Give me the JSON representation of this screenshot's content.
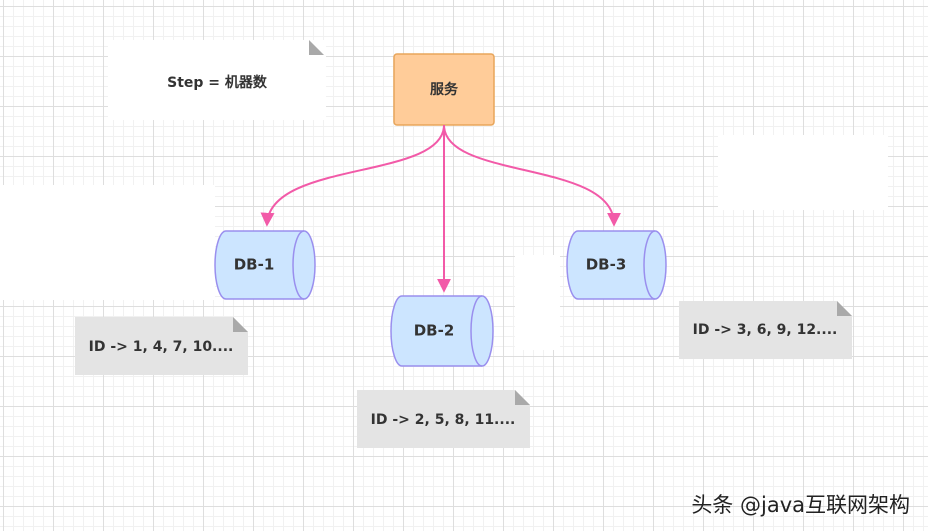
{
  "diagram": {
    "step_note": "Step = 机器数",
    "service": "服务",
    "databases": [
      {
        "label": "DB-1",
        "ids": "ID -> 1, 4, 7, 10...."
      },
      {
        "label": "DB-2",
        "ids": "ID -> 2, 5, 8, 11...."
      },
      {
        "label": "DB-3",
        "ids": "ID -> 3, 6, 9, 12...."
      }
    ]
  },
  "watermark": "头条 @java互联网架构",
  "colors": {
    "service_fill": "#ffcc99",
    "service_stroke": "#e8a55a",
    "db_fill": "#cce5ff",
    "db_stroke": "#9a8fee",
    "arrow": "#f25aa8",
    "note_fill": "#e4e4e4",
    "note_fold": "#a9a9a9"
  }
}
